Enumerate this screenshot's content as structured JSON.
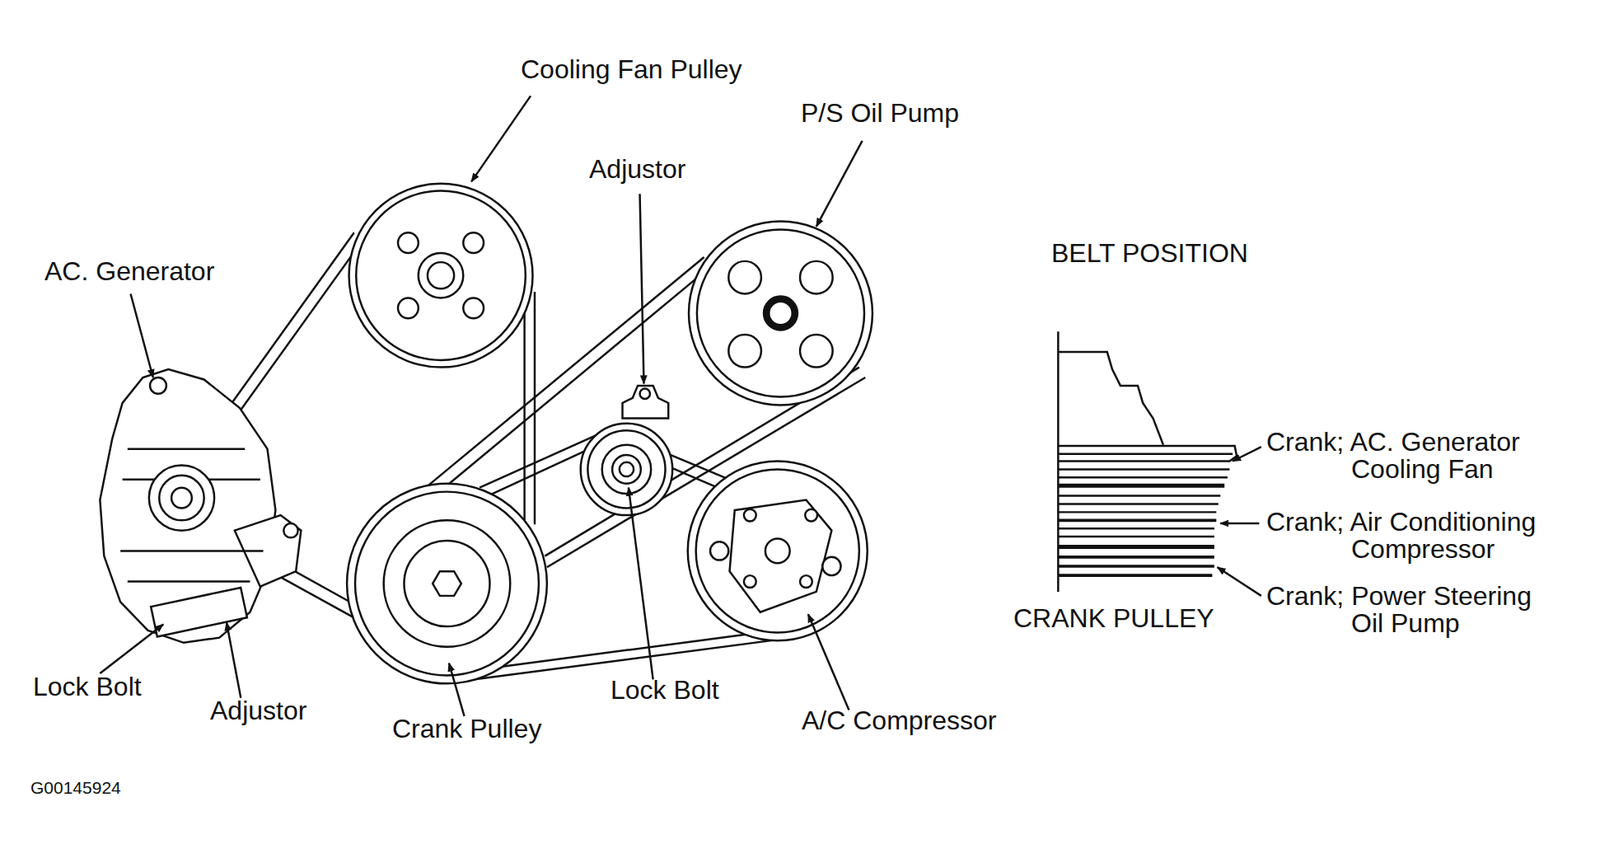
{
  "diagram": {
    "labels": [
      "Cooling Fan Pulley",
      "P/S Oil Pump",
      "Adjustor",
      "AC. Generator",
      "BELT POSITION",
      "Crank; AC. Generator Cooling Fan",
      "Crank; Air Conditioning Compressor",
      "Crank; Power Steering Oil Pump",
      "CRANK PULLEY",
      "Lock Bolt",
      "Adjustor",
      "Crank Pulley",
      "Lock Bolt",
      "A/C Compressor",
      "G00145924"
    ]
  }
}
